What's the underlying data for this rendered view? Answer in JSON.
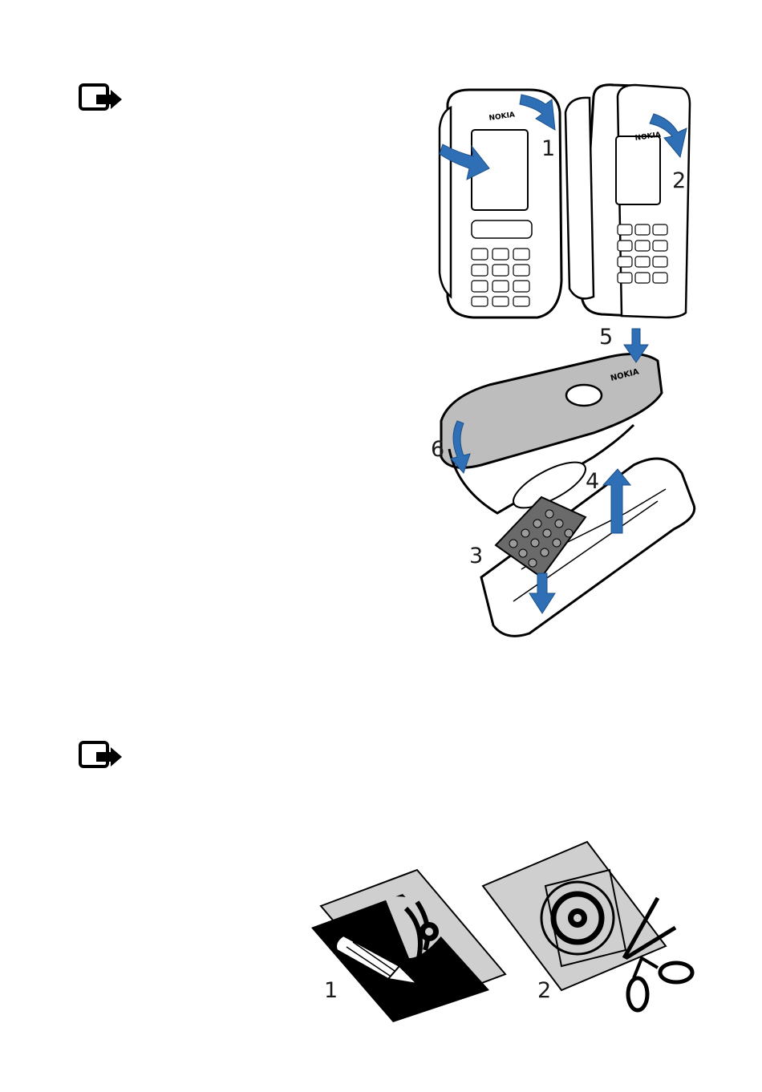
{
  "figure1": {
    "step_labels": [
      "1",
      "2",
      "3",
      "4",
      "5",
      "6"
    ],
    "brand_text": "NOKIA",
    "arrow_color": "#2f6fb6",
    "cover_color": "#bdbdbd"
  },
  "figure2": {
    "step_labels": [
      "1",
      "2"
    ]
  },
  "icons": {
    "note_top": "note-icon",
    "note_bottom": "note-icon"
  }
}
